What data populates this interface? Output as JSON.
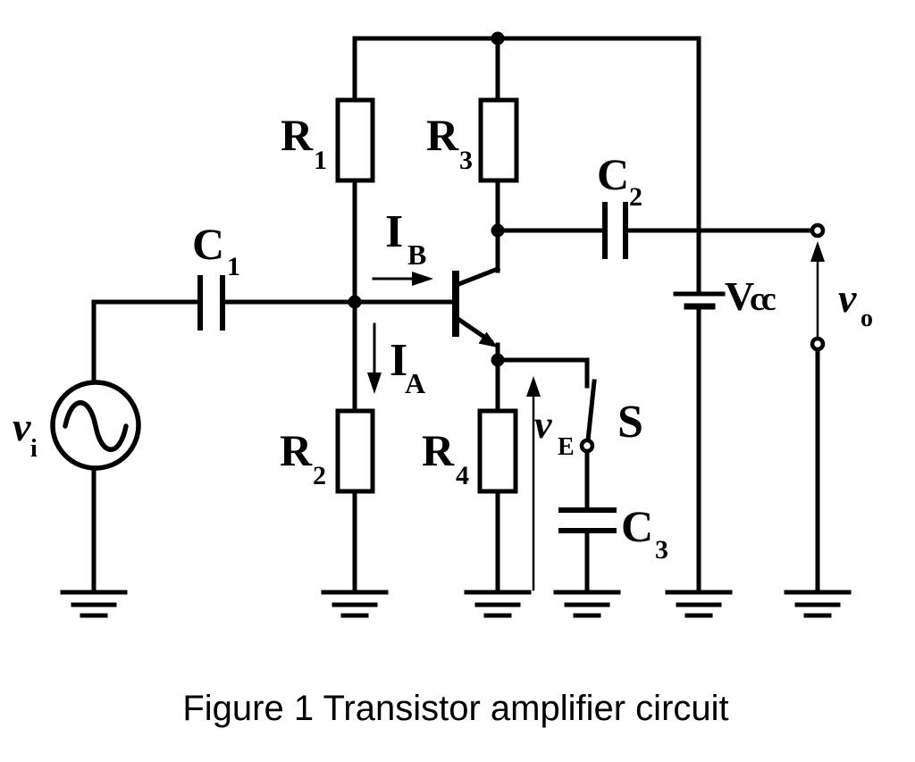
{
  "figure": {
    "caption": "Figure 1 Transistor amplifier circuit"
  },
  "colors": {
    "line": "#000000",
    "background": "#ffffff"
  },
  "components": {
    "source": {
      "label": "v",
      "sub": "i"
    },
    "c1": {
      "label": "C",
      "sub": "1"
    },
    "c2": {
      "label": "C",
      "sub": "2"
    },
    "c3": {
      "label": "C",
      "sub": "3"
    },
    "r1": {
      "label": "R",
      "sub": "1"
    },
    "r2": {
      "label": "R",
      "sub": "2"
    },
    "r3": {
      "label": "R",
      "sub": "3"
    },
    "r4": {
      "label": "R",
      "sub": "4"
    },
    "switch": {
      "label": "S"
    },
    "battery": {
      "label": "V",
      "suffix": "cc"
    },
    "current_base": {
      "label": "I",
      "sub": "B"
    },
    "current_a": {
      "label": "I",
      "sub": "A"
    },
    "v_emitter": {
      "label": "v",
      "sub": "E"
    },
    "v_out": {
      "label": "v",
      "sub": "o"
    }
  }
}
